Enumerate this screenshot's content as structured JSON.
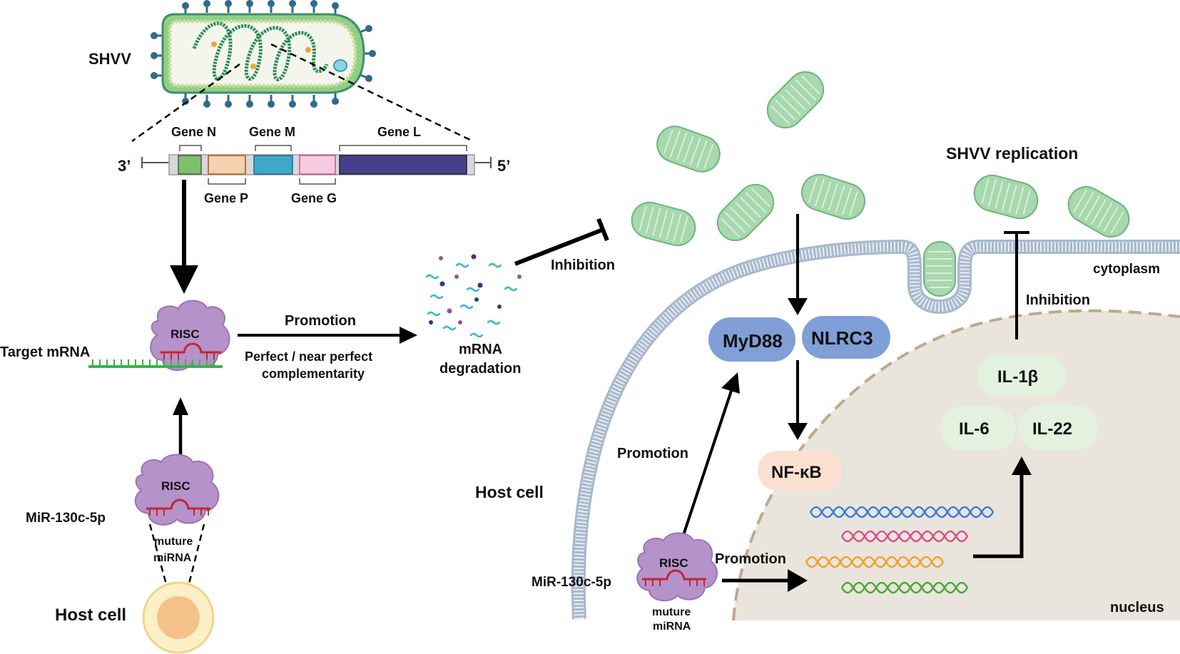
{
  "left": {
    "virus_label": "SHVV",
    "genome": {
      "end_3": "3’",
      "end_5": "5’",
      "genes": [
        {
          "label": "Gene N",
          "color": "#7dc06b"
        },
        {
          "label": "Gene P",
          "color": "#f3d2b0"
        },
        {
          "label": "Gene M",
          "color": "#3ea8c7"
        },
        {
          "label": "Gene G",
          "color": "#f6cbe0"
        },
        {
          "label": "Gene L",
          "color": "#46408a"
        }
      ]
    },
    "target_mrna": "Target mRNA",
    "risc": "RISC",
    "promotion": "Promotion",
    "complementarity_1": "Perfect / near perfect",
    "complementarity_2": "complementarity",
    "mrna_deg_1": "mRNA",
    "mrna_deg_2": "degradation",
    "inhibition": "Inhibition",
    "mirna": "MiR-130c-5p",
    "muture_1": "muture",
    "muture_2": "miRNA",
    "host_cell": "Host cell"
  },
  "right": {
    "shvv_replication": "SHVV replication",
    "cytoplasm": "cytoplasm",
    "inhibition": "Inhibition",
    "myd88": "MyD88",
    "nlrc3": "NLRC3",
    "nfkb": "NF-κB",
    "il1b": "IL-1β",
    "il6": "IL-6",
    "il22": "IL-22",
    "promotion_up": "Promotion",
    "host_cell": "Host cell",
    "mirna": "MiR-130c-5p",
    "risc": "RISC",
    "muture_1": "muture",
    "muture_2": "miRNA",
    "promotion_right": "Promotion",
    "nucleus": "nucleus"
  },
  "colors": {
    "virus_green": "#a8d8ae",
    "risc_purple": "#b592c9",
    "protein_blue": "#7f9fd6",
    "nfkb_peach": "#fbe0d2",
    "cytokine_green": "#e3f1df",
    "nucleus_fill": "#e9e5dc",
    "membrane": "#c9d5e3"
  }
}
